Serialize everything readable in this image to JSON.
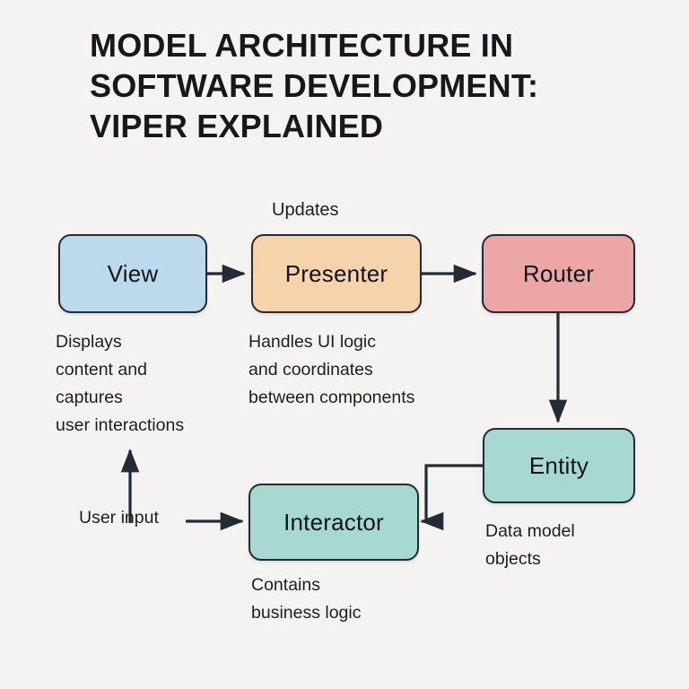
{
  "page": {
    "background_color": "#f4f3f1",
    "title_lines": [
      "MODEL ARCHITECTURE IN",
      "SOFTWARE DEVELOPMENT:",
      "VIPER EXPLAINED"
    ],
    "title_color": "#16191c"
  },
  "nodes": {
    "view": {
      "label": "View",
      "fill": "#bcd9ed",
      "stroke": "#232b34"
    },
    "presenter": {
      "label": "Presenter",
      "fill": "#f6d3aa",
      "stroke": "#232b34"
    },
    "router": {
      "label": "Router",
      "fill": "#eda6a6",
      "stroke": "#232b34"
    },
    "entity": {
      "label": "Entity",
      "fill": "#a7d8d1",
      "stroke": "#232b34"
    },
    "interactor": {
      "label": "Interactor",
      "fill": "#a7d8d1",
      "stroke": "#232b34"
    }
  },
  "annotations": {
    "updates_label": "Updates",
    "user_input_label": "User input",
    "view_description": "Displays\ncontent and\ncaptures\nuser interactions",
    "presenter_description": "Handles UI logic\nand coordinates\nbetween components",
    "entity_description": "Data model\nobjects",
    "interactor_description": "Contains\nbusiness logic"
  },
  "edges": [
    {
      "from": "view",
      "to": "presenter",
      "label": "Updates",
      "style": "straight-right"
    },
    {
      "from": "presenter",
      "to": "router",
      "label": "",
      "style": "straight-right"
    },
    {
      "from": "router",
      "to": "entity",
      "label": "",
      "style": "straight-down"
    },
    {
      "from": "entity",
      "to": "interactor",
      "label": "",
      "style": "elbow-left"
    },
    {
      "from": "user-input",
      "to": "interactor",
      "label": "User input",
      "style": "straight-right"
    },
    {
      "from": "interactor",
      "to": "view",
      "label": "",
      "style": "straight-up"
    }
  ],
  "edge_color": "#232b34"
}
